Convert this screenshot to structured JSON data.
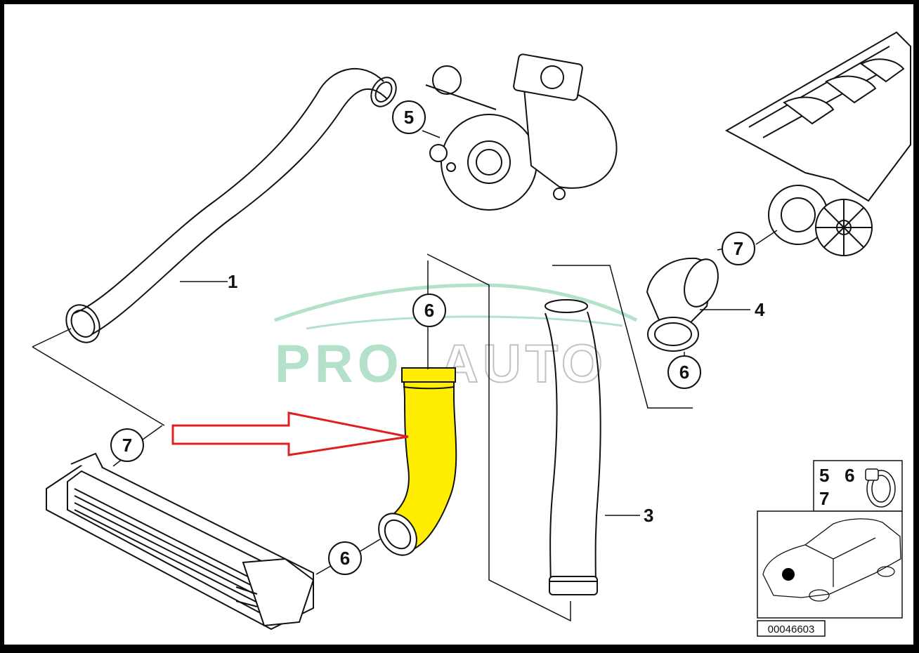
{
  "diagram": {
    "items": [
      {
        "number": "1"
      },
      {
        "number": "3"
      },
      {
        "number": "4"
      }
    ],
    "callouts": [
      {
        "number": "5"
      },
      {
        "number": "6"
      },
      {
        "number": "6"
      },
      {
        "number": "6"
      },
      {
        "number": "7"
      },
      {
        "number": "7"
      }
    ],
    "legend": {
      "row1": "5   6",
      "row2": "7"
    },
    "diagram_id": "00046603",
    "watermark": {
      "part1": "PRO",
      "part2": "AUTO"
    },
    "colors": {
      "highlight": "#ffee00",
      "arrow": "#e02020",
      "watermark": "#a8dcc0",
      "line": "#111111"
    }
  }
}
